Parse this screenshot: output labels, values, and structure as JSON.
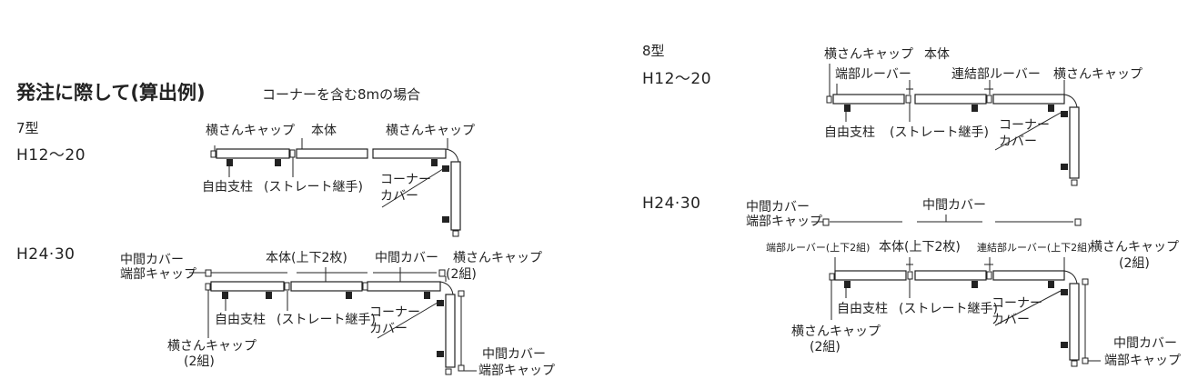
{
  "header": {
    "title": "発注に際して(算出例)",
    "subtitle": "コーナーを含む8mの場合"
  },
  "left": {
    "model": "7型",
    "range_top": "H12〜20",
    "range_bottom": "H24·30",
    "top": {
      "cap_left": "横さんキャップ",
      "body": "本体",
      "cap_right": "横さんキャップ",
      "post": "自由支柱",
      "straight": "(ストレート継手)",
      "corner_1": "コーナー",
      "corner_2": "カバー"
    },
    "bottom": {
      "mid_cover_1": "中間カバー",
      "mid_cover_2": "端部キャップ",
      "body": "本体(上下2枚)",
      "mid_cover": "中間カバー",
      "cap_right_1": "横さんキャップ",
      "cap_right_2": "(2組)",
      "post": "自由支柱",
      "straight": "(ストレート継手)",
      "corner_1": "コーナー",
      "corner_2": "カバー",
      "cap_bottom_1": "横さんキャップ",
      "cap_bottom_2": "(2組)",
      "end_1": "中間カバー",
      "end_2": "端部キャップ"
    }
  },
  "right": {
    "model": "8型",
    "range_top": "H12〜20",
    "range_bottom": "H24·30",
    "top": {
      "cap_left": "横さんキャップ",
      "body": "本体",
      "end_louver": "端部ルーバー",
      "link_louver": "連結部ルーバー",
      "cap_right": "横さんキャップ",
      "post": "自由支柱",
      "straight": "(ストレート継手)",
      "corner_1": "コーナー",
      "corner_2": "カバー"
    },
    "bottom": {
      "mid_cover_1": "中間カバー",
      "mid_cover_2": "端部キャップ",
      "mid_cover": "中間カバー",
      "end_louver": "端部ルーバー(上下2組)",
      "body": "本体(上下2枚)",
      "link_louver": "連結部ルーバー(上下2組)",
      "cap_right_1": "横さんキャップ",
      "cap_right_2": "(2組)",
      "post": "自由支柱",
      "straight": "(ストレート継手)",
      "corner_1": "コーナー",
      "corner_2": "カバー",
      "cap_bottom_1": "横さんキャップ",
      "cap_bottom_2": "(2組)",
      "end_1": "中間カバー",
      "end_2": "端部キャップ"
    }
  }
}
